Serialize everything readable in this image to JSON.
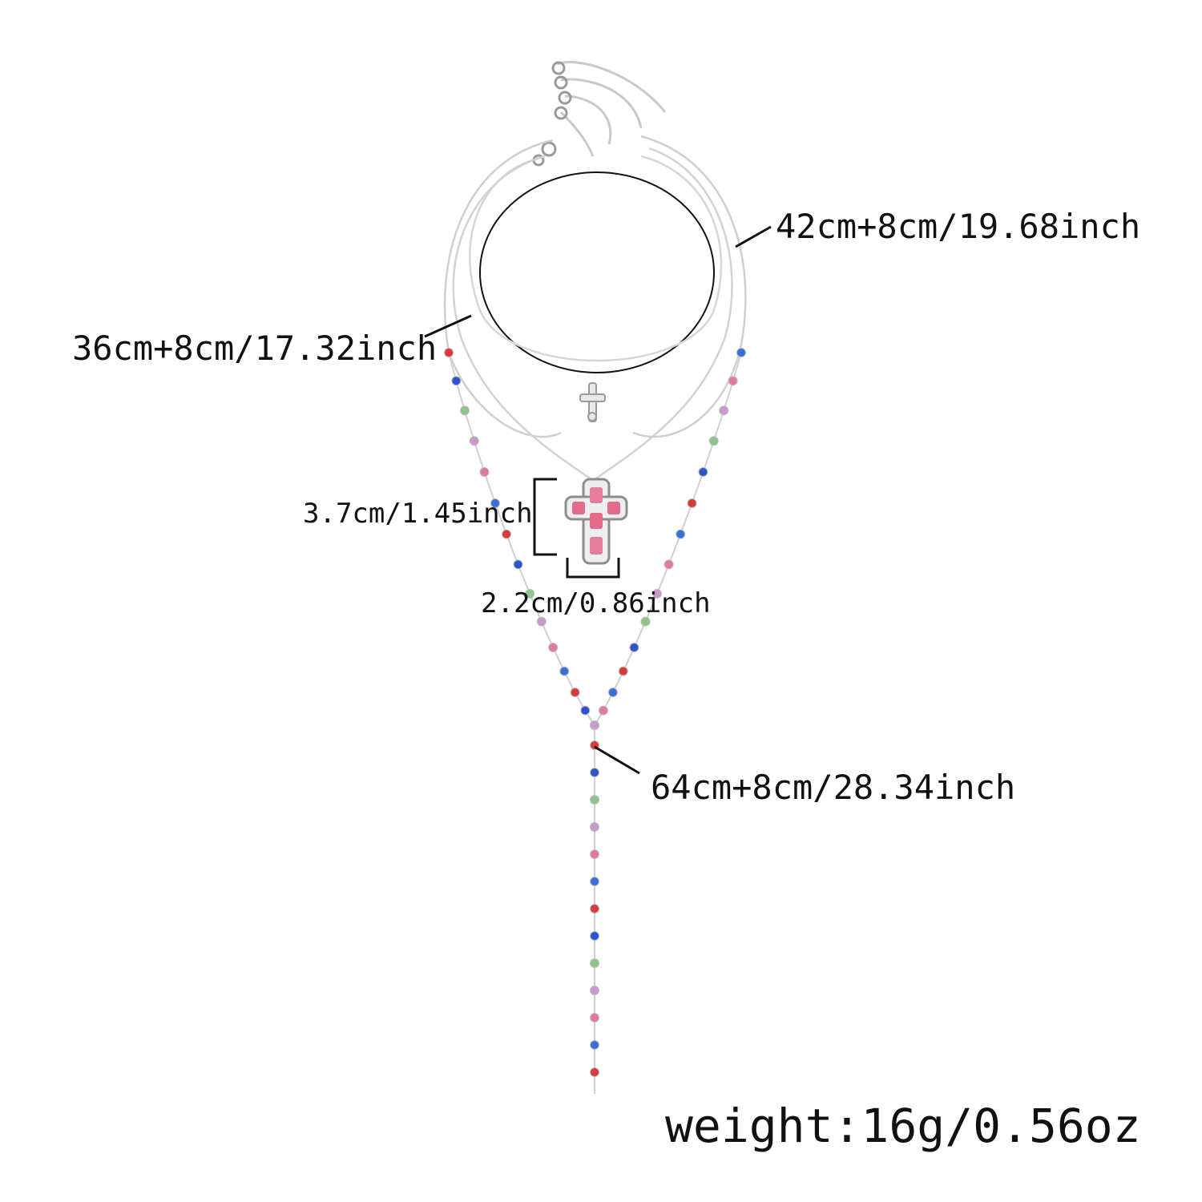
{
  "labels": {
    "length_42": "42cm+8cm/19.68inch",
    "length_36": "36cm+8cm/17.32inch",
    "pendant_height": "3.7cm/1.45inch",
    "pendant_width": "2.2cm/0.86inch",
    "length_64": "64cm+8cm/28.34inch",
    "weight": "weight:16g/0.56oz"
  },
  "colors": {
    "chain": "#c9c9c9",
    "outline": "#111111",
    "bead_palette": [
      "#d83a3a",
      "#2f54c9",
      "#8ec48a",
      "#c79ac9",
      "#e07a9a",
      "#3a6fd8"
    ]
  }
}
